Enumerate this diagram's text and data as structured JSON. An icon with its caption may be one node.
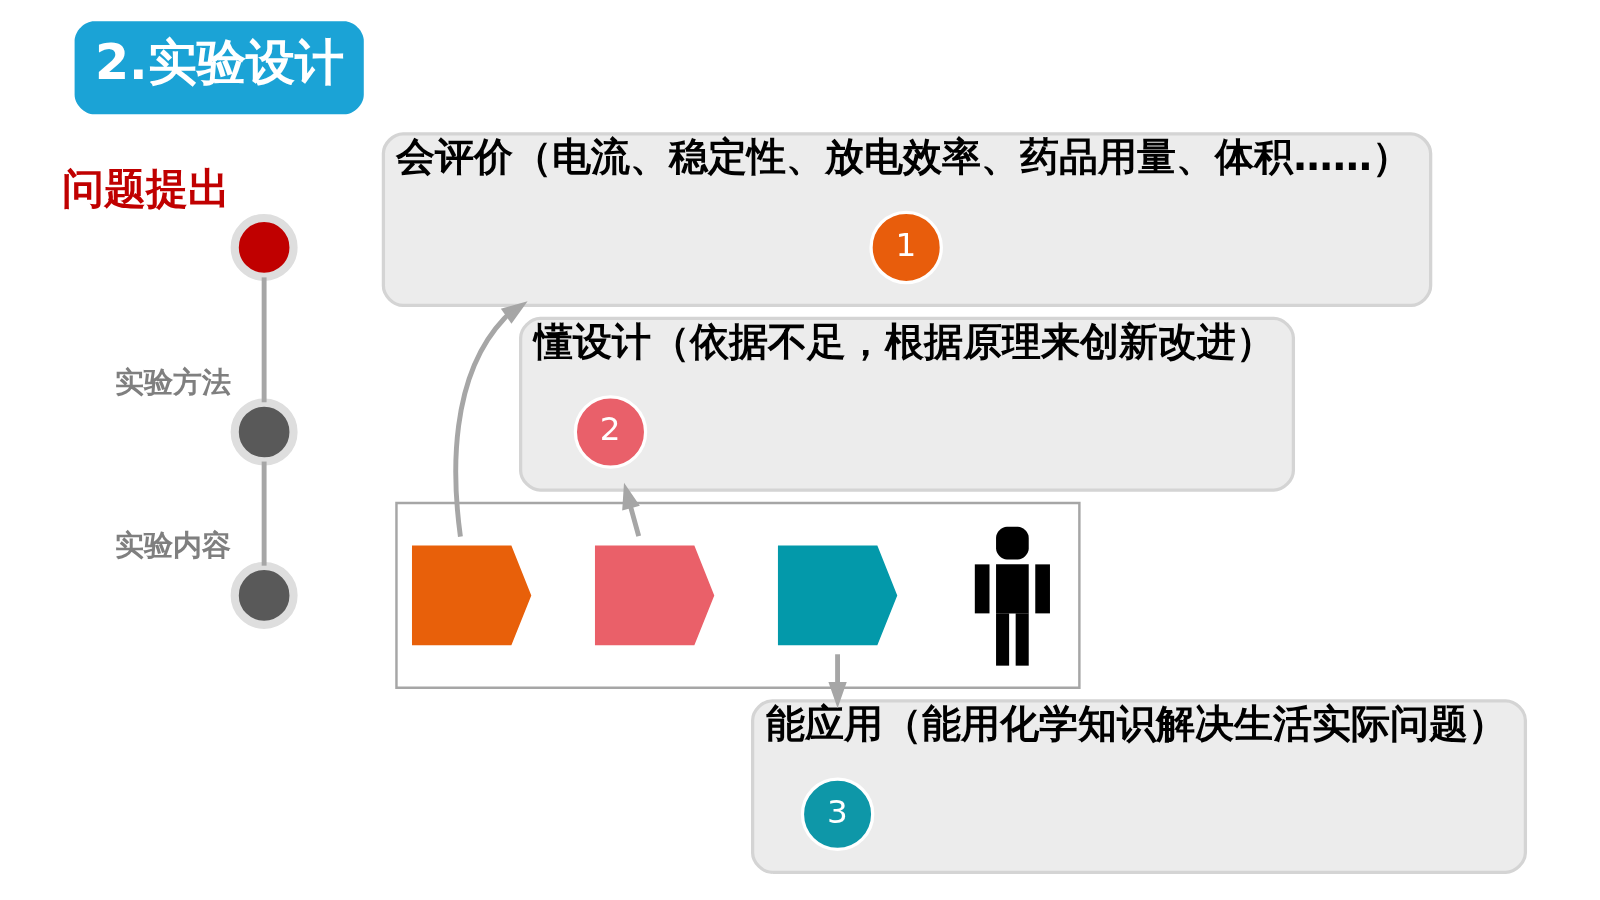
{
  "diagram": {
    "title": "2.实验设计",
    "nodes": [
      {
        "text": [],
        "shape": "circle",
        "beside": [
          "问题提出"
        ]
      },
      {
        "text": [],
        "shape": "circle",
        "beside": [
          "实验方法"
        ]
      },
      {
        "text": [],
        "shape": "circle",
        "beside": [
          "实验内容"
        ]
      },
      {
        "text": [
          "会评价（电流、稳定性、放电效率、药品用量、体积……）"
        ]
      },
      {
        "text": [
          "1"
        ],
        "in": 3
      },
      {
        "text": [
          "懂设计（依据不足，根据原理来创新改进）"
        ]
      },
      {
        "text": [
          "2"
        ],
        "in": 5
      },
      {
        "text": [],
        "shape": "arrow"
      },
      {
        "text": [],
        "shape": "chevron",
        "in": 7
      },
      {
        "text": [],
        "shape": "chevron",
        "in": 7
      },
      {
        "text": [],
        "shape": "chevron",
        "in": 7
      },
      {
        "text": [],
        "shape": "person",
        "in": 7
      },
      {
        "text": [
          "能应用（能用化学知识解决生活实际问题）"
        ]
      },
      {
        "text": [
          "3"
        ],
        "in": 12
      }
    ],
    "edges": [
      {
        "from": 0,
        "to": 1,
        "arrow": "none"
      },
      {
        "from": 1,
        "to": 2,
        "arrow": "none"
      },
      {
        "from": 8,
        "to": 3,
        "arrow": "to"
      },
      {
        "from": 9,
        "to": 5,
        "arrow": "to"
      },
      {
        "from": 10,
        "to": 12,
        "arrow": "to"
      }
    ]
  }
}
